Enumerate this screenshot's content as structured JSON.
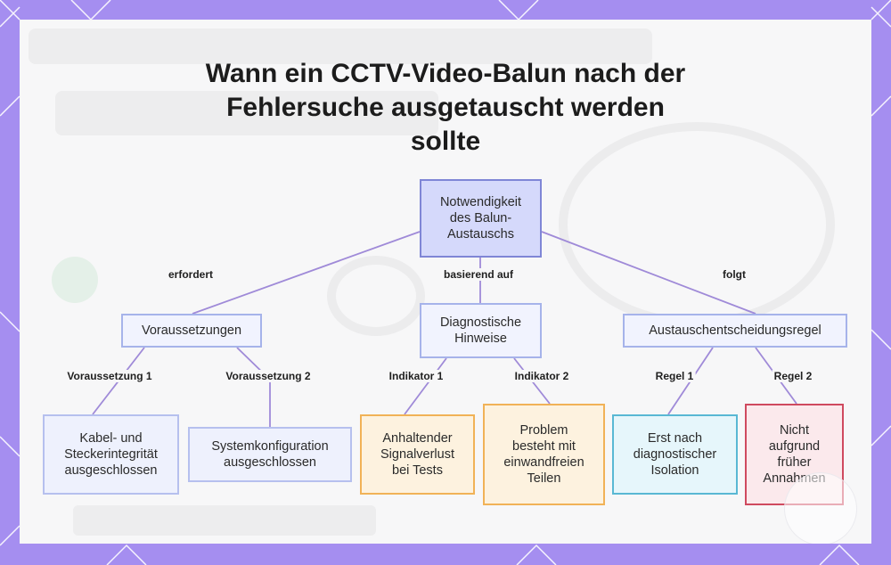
{
  "title": "Wann ein CCTV-Video-Balun nach der\nFehlersuche ausgetauscht werden\nsollte",
  "nodes": {
    "root": "Notwendigkeit\ndes Balun-\nAustauschs",
    "voraussetzungen": "Voraussetzungen",
    "hinweise": "Diagnostische\nHinweise",
    "regel": "Austauschentscheidungsregel",
    "kabel": "Kabel- und\nSteckerintegrität\nausgeschlossen",
    "system": "Systemkonfiguration\nausgeschlossen",
    "signal": "Anhaltender\nSignalverlust\nbei Tests",
    "problem": "Problem\nbesteht mit\neinwandfreien\nTeilen",
    "erst": "Erst nach\ndiagnostischer\nIsolation",
    "nicht": "Nicht\naufgrund\nfrüher\nAnnahmen"
  },
  "edge_labels": {
    "erfordert": "erfordert",
    "basierend": "basierend auf",
    "folgt": "folgt",
    "v1": "Voraussetzung 1",
    "v2": "Voraussetzung 2",
    "i1": "Indikator 1",
    "i2": "Indikator 2",
    "r1": "Regel 1",
    "r2": "Regel 2"
  },
  "colors": {
    "frame": "#a58ef0",
    "edge": "#9f8ad8",
    "root_fill": "#d5d9fb",
    "orange_border": "#f1b257",
    "cyan_border": "#59b8d4",
    "red_border": "#cf4a5f"
  }
}
